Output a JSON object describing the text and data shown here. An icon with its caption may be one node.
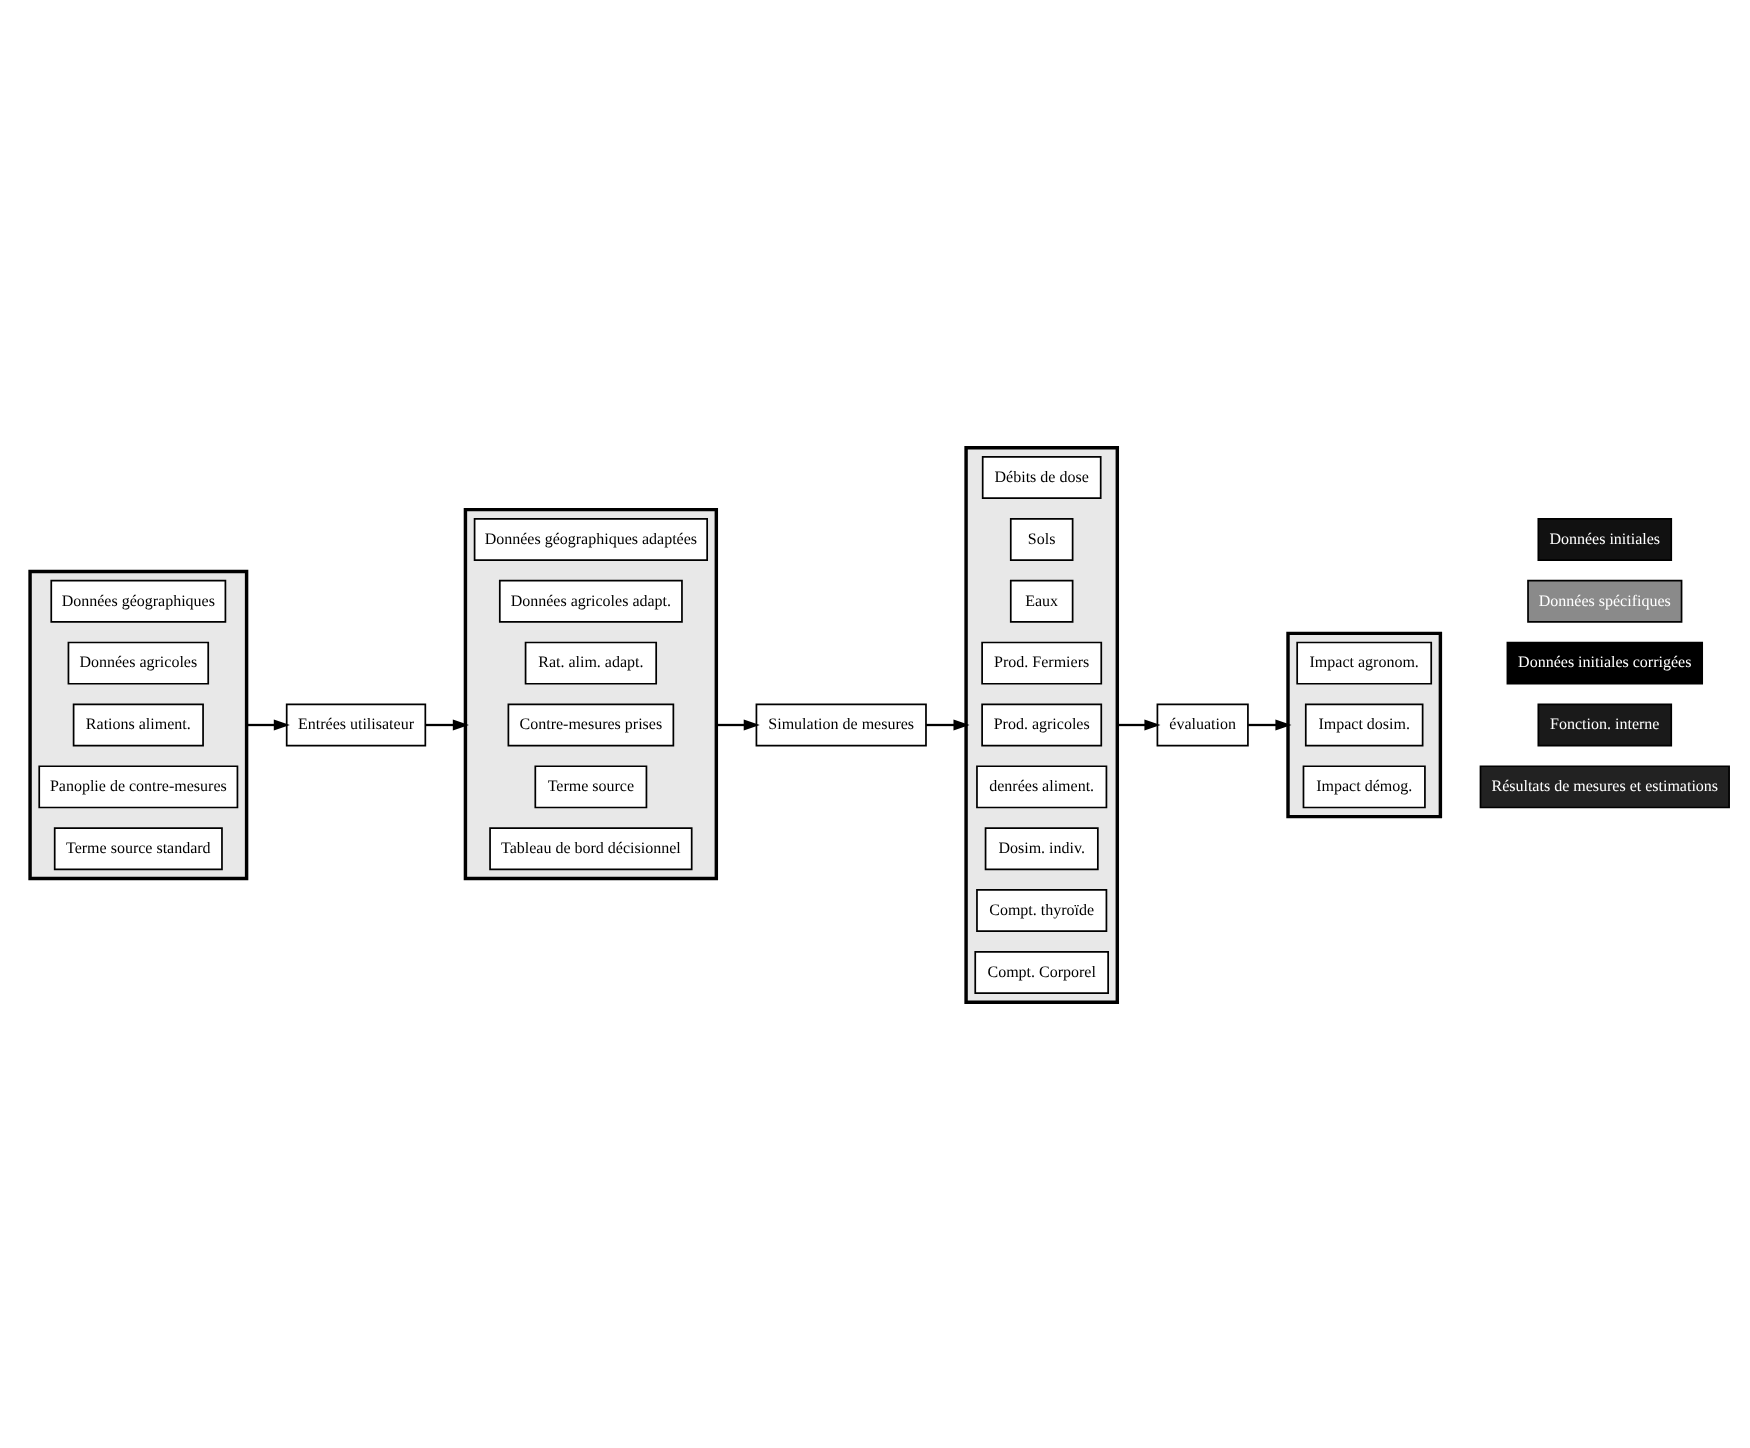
{
  "diagram": {
    "nodes": [
      {
        "text": [],
        "shape": "box"
      },
      {
        "text": [
          "Données géographiques"
        ],
        "in": 0
      },
      {
        "text": [
          "Données agricoles"
        ],
        "in": 0
      },
      {
        "text": [
          "Rations aliment."
        ],
        "in": 0
      },
      {
        "text": [
          "Panoplie de contre-mesures"
        ],
        "in": 0
      },
      {
        "text": [
          "Terme source standard"
        ],
        "in": 0
      },
      {
        "text": [
          "Entrées utilisateur"
        ]
      },
      {
        "text": [],
        "shape": "box"
      },
      {
        "text": [
          "Données géographiques adaptées"
        ],
        "in": 7
      },
      {
        "text": [
          "Données agricoles adapt."
        ],
        "in": 7
      },
      {
        "text": [
          "Rat. alim. adapt."
        ],
        "in": 7
      },
      {
        "text": [
          "Contre-mesures prises"
        ],
        "in": 7
      },
      {
        "text": [
          "Terme source"
        ],
        "in": 7
      },
      {
        "text": [
          "Tableau de bord décisionnel"
        ],
        "in": 7
      },
      {
        "text": [
          "Simulation de mesures"
        ]
      },
      {
        "text": [],
        "shape": "box"
      },
      {
        "text": [
          "Débits de dose"
        ],
        "in": 15
      },
      {
        "text": [
          "Sols"
        ],
        "in": 15
      },
      {
        "text": [
          "Eaux"
        ],
        "in": 15
      },
      {
        "text": [
          "Prod. Fermiers"
        ],
        "in": 15
      },
      {
        "text": [
          "Prod. agricoles"
        ],
        "in": 15
      },
      {
        "text": [
          "denrées aliment."
        ],
        "in": 15
      },
      {
        "text": [
          "Dosim. indiv."
        ],
        "in": 15
      },
      {
        "text": [
          "Compt. thyroïde"
        ],
        "in": 15
      },
      {
        "text": [
          "Compt. Corporel"
        ],
        "in": 15
      },
      {
        "text": [
          "évaluation"
        ]
      },
      {
        "text": [],
        "shape": "box"
      },
      {
        "text": [
          "Impact agronom."
        ],
        "in": 26
      },
      {
        "text": [
          "Impact dosim."
        ],
        "in": 26
      },
      {
        "text": [
          "Impact démog."
        ],
        "in": 26
      }
    ],
    "edges": [
      {
        "from": 0,
        "to": 6,
        "arrow": "to"
      },
      {
        "from": 6,
        "to": 7,
        "arrow": "to"
      },
      {
        "from": 7,
        "to": 14,
        "arrow": "to"
      },
      {
        "from": 14,
        "to": 15,
        "arrow": "to"
      },
      {
        "from": 15,
        "to": 25,
        "arrow": "to"
      },
      {
        "from": 25,
        "to": 26,
        "arrow": "to"
      }
    ],
    "legend": [
      {
        "text": "Données initiales",
        "color": "#111111"
      },
      {
        "text": "Données spécifiques",
        "color": "#8a8a8a"
      },
      {
        "text": "Données initiales corrigées",
        "color": "#000000"
      },
      {
        "text": "Fonction. interne",
        "color": "#1a1a1a"
      },
      {
        "text": "Résultats de mesures et estimations",
        "color": "#222222"
      }
    ]
  }
}
